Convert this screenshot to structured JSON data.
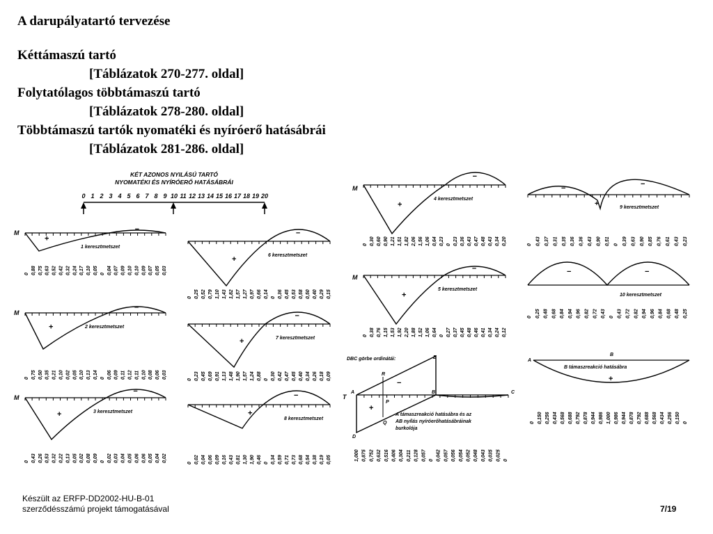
{
  "slide": {
    "title": "A darupályatartó tervezése",
    "toc": [
      {
        "text": "Kéttámaszú tartó",
        "kind": "heading"
      },
      {
        "text": "[Táblázatok 270-277. oldal]",
        "kind": "ref"
      },
      {
        "text": "Folytatólagos többtámaszú tartó",
        "kind": "heading"
      },
      {
        "text": "[Táblázatok 278-280. oldal]",
        "kind": "ref"
      },
      {
        "text": "Többtámaszú tartók nyomatéki és nyíróerő hatásábrái",
        "kind": "heading"
      },
      {
        "text": "[Táblázatok 281-286. oldal]",
        "kind": "ref"
      }
    ],
    "footer": {
      "line1": "Készült az ERFP-DD2002-HU-B-01",
      "line2": "szerződésszámú projekt támogatásával"
    },
    "page_number": "7/19"
  },
  "figure": {
    "heading_line1": "KÉT AZONOS NYILÁSÚ TARTÓ",
    "heading_line2": "NYOMATÉKI ÉS NYÍRÓERŐ HATÁSÁBRÁI",
    "span_ticks": [
      "0",
      "1",
      "2",
      "3",
      "4",
      "5",
      "6",
      "7",
      "8",
      "9",
      "10",
      "11",
      "12",
      "13",
      "14",
      "15",
      "16",
      "17",
      "18",
      "19",
      "20"
    ],
    "moment_label": "M",
    "shear_label": "T",
    "plus": "+",
    "minus": "−",
    "panels": [
      {
        "caption": "1 keresztmetszet",
        "values": [
          "0",
          "0,88",
          "0,75",
          "0,63",
          "0,52",
          "0,42",
          "0,32",
          "0,24",
          "0,17",
          "0,10",
          "0,05",
          "0",
          "0,04",
          "0,07",
          "0,09",
          "0,10",
          "0,10",
          "0,09",
          "0,07",
          "0,05",
          "0,03"
        ]
      },
      {
        "caption": "2 keresztmetszet",
        "values": [
          "0",
          "0,75",
          "0,50",
          "0,35",
          "0,21",
          "0,10",
          "0,02",
          "0,05",
          "0,10",
          "0,13",
          "0,14",
          "0",
          "0,06",
          "0,09",
          "0,11",
          "0,12",
          "0,11",
          "0,10",
          "0,08",
          "0,06",
          "0,03"
        ]
      },
      {
        "caption": "3 keresztmetszet",
        "values": [
          "0",
          "0,43",
          "0,26",
          "0,53",
          "0,32",
          "0,22",
          "0,13",
          "0,05",
          "0,02",
          "0,08",
          "0,09",
          "0",
          "0,02",
          "0,03",
          "0,04",
          "0,05",
          "0,06",
          "0,06",
          "0,05",
          "0,04",
          "0,02"
        ]
      },
      {
        "caption": "6 keresztmetszet",
        "values": [
          "0",
          "0,25",
          "0,52",
          "0,79",
          "1,10",
          "1,43",
          "1,82",
          "1,57",
          "1,27",
          "0,97",
          "0,66",
          "0,14",
          "0",
          "0,36",
          "0,45",
          "0,53",
          "0,58",
          "0,50",
          "0,40",
          "0,29",
          "0,15"
        ]
      },
      {
        "caption": "7 keresztmetszet",
        "values": [
          "0",
          "0,23",
          "0,45",
          "0,69",
          "0,91",
          "1,13",
          "1,48",
          "1,90",
          "1,57",
          "1,24",
          "0,88",
          "0",
          "0,30",
          "0,42",
          "0,47",
          "0,45",
          "0,40",
          "0,34",
          "0,26",
          "0,18",
          "0,09"
        ]
      },
      {
        "caption": "8 keresztmetszet",
        "values": [
          "0",
          "0,02",
          "0,04",
          "0,06",
          "0,09",
          "0,16",
          "0,43",
          "0,81",
          "1,30",
          "1,90",
          "0,46",
          "0",
          "0,34",
          "0,59",
          "0,71",
          "0,73",
          "0,68",
          "0,54",
          "0,38",
          "0,19",
          "0,05"
        ]
      },
      {
        "caption": "4 keresztmetszet",
        "values": [
          "0",
          "0,30",
          "0,60",
          "0,90",
          "1,21",
          "1,51",
          "1,82",
          "2,06",
          "1,56",
          "1,06",
          "0,64",
          "0,23",
          "0",
          "0,23",
          "0,36",
          "0,43",
          "0,47",
          "0,48",
          "0,43",
          "0,34",
          "0,20"
        ]
      },
      {
        "caption": "5 keresztmetszet",
        "values": [
          "0",
          "0,38",
          "0,76",
          "1,15",
          "1,53",
          "1,92",
          "2,20",
          "1,88",
          "1,52",
          "1,06",
          "0,64",
          "0",
          "0,27",
          "0,37",
          "0,45",
          "0,48",
          "0,46",
          "0,41",
          "0,34",
          "0,24",
          "0,12"
        ]
      },
      {
        "caption": "9 keresztmetszet",
        "values": [
          "0",
          "0,43",
          "0,37",
          "0,31",
          "0,35",
          "0,36",
          "0,36",
          "0,43",
          "0,90",
          "0,51",
          "0",
          "0,39",
          "0,63",
          "0,90",
          "0,85",
          "0,76",
          "0,61",
          "0,43",
          "0,23"
        ]
      },
      {
        "caption": "10 keresztmetszet",
        "values": [
          "0",
          "0,25",
          "0,48",
          "0,68",
          "0,84",
          "0,94",
          "0,96",
          "0,82",
          "0,72",
          "0,43",
          "0",
          "0,43",
          "0,72",
          "0,82",
          "0,94",
          "0,96",
          "0,84",
          "0,68",
          "0,48",
          "0,25"
        ]
      }
    ],
    "shear_panel": {
      "title": "DBC görbe ordinátái:",
      "points": [
        "A",
        "B",
        "C",
        "D",
        "E",
        "P",
        "Q",
        "R"
      ],
      "note_lines": [
        "A támaszreakció hatásábra és az",
        "AB nyílás nyíróerőhatásábráinak",
        "burkolója"
      ],
      "values": [
        "1,000",
        "0,875",
        "0,752",
        "0,632",
        "0,516",
        "0,406",
        "0,304",
        "0,211",
        "0,128",
        "0,057",
        "0",
        "0,042",
        "0,057",
        "0,056",
        "0,054",
        "0,052",
        "0,048",
        "0,043",
        "0,035",
        "0,025",
        "0"
      ]
    },
    "reaction_panel": {
      "points": [
        "A",
        "B",
        "C"
      ],
      "caption": "B támaszreakció hatásábra",
      "values": [
        "0",
        "0,150",
        "0,256",
        "0,434",
        "0,568",
        "0,688",
        "0,792",
        "0,878",
        "0,944",
        "0,986",
        "1,000",
        "0,986",
        "0,944",
        "0,878",
        "0,792",
        "0,688",
        "0,568",
        "0,434",
        "0,256",
        "0,150",
        "0"
      ]
    }
  }
}
